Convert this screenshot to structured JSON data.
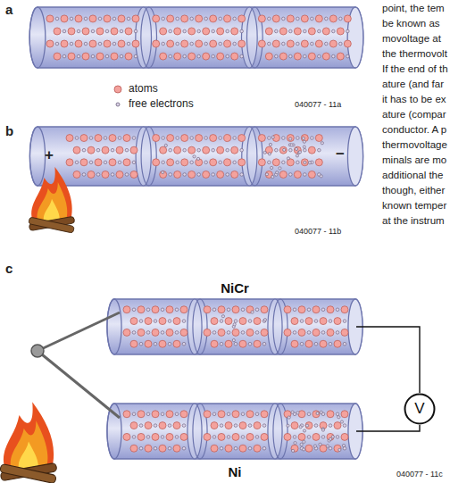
{
  "diagram": {
    "nodes": [
      {
        "text": [
          "NiCr"
        ]
      },
      {
        "text": [
          "Ni"
        ]
      },
      {
        "text": [
          "V"
        ]
      }
    ],
    "edges": [
      {
        "from": 0,
        "to": 2,
        "arrow": "none"
      },
      {
        "from": 1,
        "to": 2,
        "arrow": "none"
      }
    ],
    "labels": [
      "a",
      "b",
      "c",
      "040077 - 11a",
      "040077 - 11b",
      "040077 - 11c",
      "+",
      "−",
      "point, the tem",
      "be known as",
      "movoltage at",
      "the thermovolt",
      "If the end of th",
      "ature (and far",
      "it has to be ex",
      "ature (compar",
      "conductor. A p",
      "thermovoltage",
      "minals are mo",
      "additional the",
      "though, either",
      "known temper",
      "at the instrum"
    ],
    "legend": [
      {
        "text": "atoms",
        "color": "#f4a29d"
      },
      {
        "text": "free electrons",
        "color": "#dcd4e8"
      }
    ]
  }
}
